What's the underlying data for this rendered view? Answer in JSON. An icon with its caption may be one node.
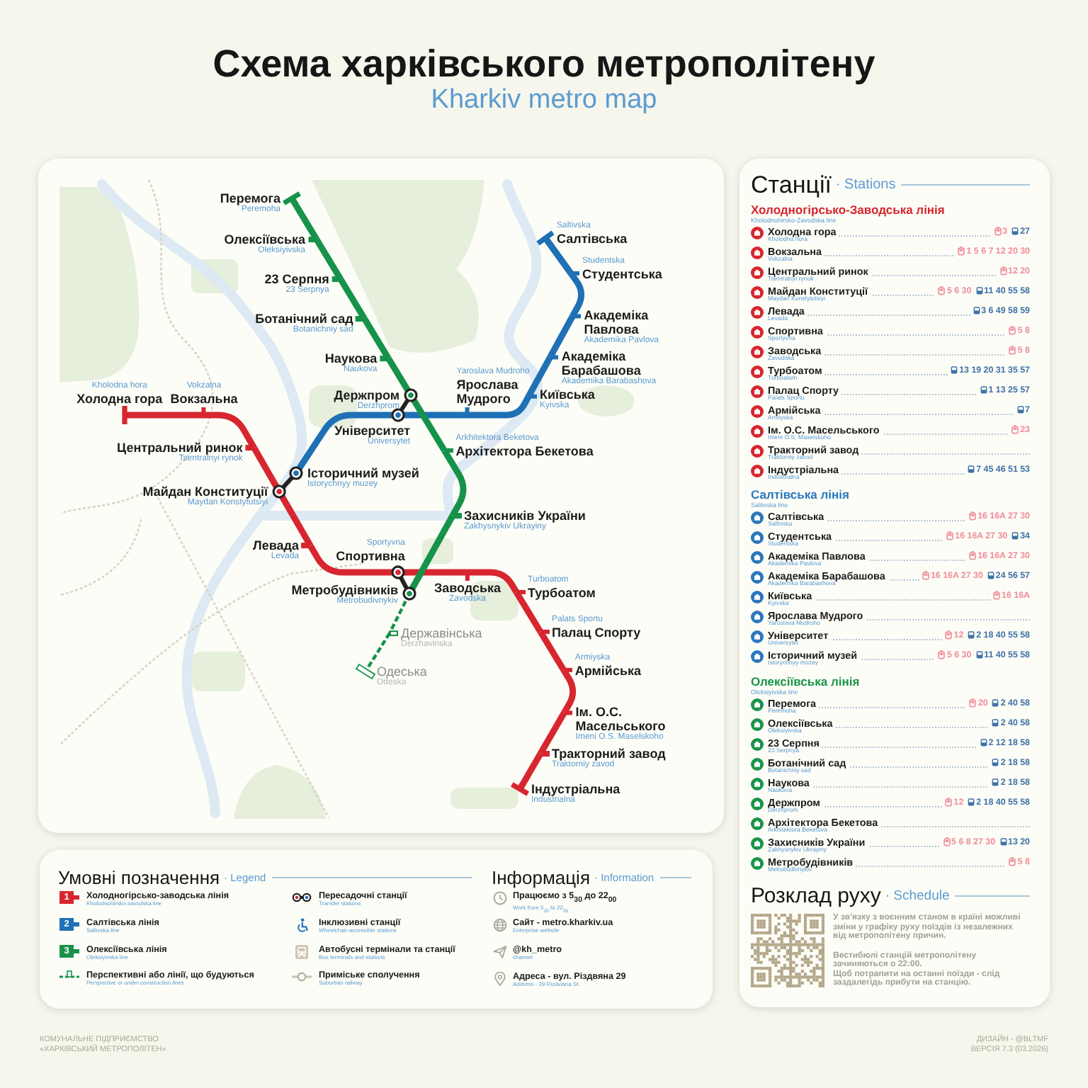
{
  "diagram": {
    "title": "Схема харківського метрополітену",
    "nodes": [
      {
        "text": [
          "Kholodna hora",
          "Холодна гора"
        ]
      },
      {
        "text": [
          "Vokzalna",
          "Вокзальна"
        ]
      },
      {
        "text": [
          "Центральний ринок",
          "Tsentralnyi rynok"
        ]
      },
      {
        "text": [
          "Майдан Конституції",
          "Maydan Konstytutsiyi"
        ]
      },
      {
        "text": [
          "Левада",
          "Levada"
        ]
      },
      {
        "text": [
          "Sportyvna",
          "Спортивна"
        ]
      },
      {
        "text": [
          "Заводська",
          "Zavodska"
        ]
      },
      {
        "text": [
          "Turboatom",
          "Турбоатом"
        ]
      },
      {
        "text": [
          "Palats Sportu",
          "Палац Спорту"
        ]
      },
      {
        "text": [
          "Armiyska",
          "Армійська"
        ]
      },
      {
        "text": [
          "Ім. О.С. Масельського",
          "Imeni O.S. Maselskoho"
        ]
      },
      {
        "text": [
          "Тракторний завод",
          "Traktorniy zavod"
        ]
      },
      {
        "text": [
          "Індустріальна",
          "Industrialna"
        ]
      },
      {
        "text": [
          "Saltivska",
          "Салтівська"
        ]
      },
      {
        "text": [
          "Studentska",
          "Студентська"
        ]
      },
      {
        "text": [
          "Академіка Павлова",
          "Akademika Pavlova"
        ]
      },
      {
        "text": [
          "Академіка Барабашова",
          "Akademika Barabashova"
        ]
      },
      {
        "text": [
          "Київська",
          "Kyivska"
        ]
      },
      {
        "text": [
          "Yaroslava Mudroho",
          "Ярослава Мудрого"
        ]
      },
      {
        "text": [
          "Університет",
          "Universytet"
        ]
      },
      {
        "text": [
          "Історичний музей",
          "Istorychnyy muzey"
        ]
      },
      {
        "text": [
          "Перемога",
          "Peremoha"
        ]
      },
      {
        "text": [
          "Олексіївська",
          "Oleksiyivska"
        ]
      },
      {
        "text": [
          "23 Серпня",
          "23 Serpnya"
        ]
      },
      {
        "text": [
          "Ботанічний сад",
          "Botanichniy sad"
        ]
      },
      {
        "text": [
          "Наукова",
          "Naukova"
        ]
      },
      {
        "text": [
          "Держпром",
          "Derzhprom"
        ]
      },
      {
        "text": [
          "Arkhitektora Beketova",
          "Архітектора Бекетова"
        ]
      },
      {
        "text": [
          "Захисників України",
          "Zakhysnykiv Ukrayiny"
        ]
      },
      {
        "text": [
          "Метробудівників",
          "Metrobudivnykiv"
        ]
      },
      {
        "text": [
          "Державінська",
          "Derzhavinska"
        ]
      },
      {
        "text": [
          "Одеська",
          "Odeska"
        ]
      }
    ],
    "edges": [
      {
        "from": 0,
        "to": 1,
        "arrow": "other",
        "color": "#d7262f"
      },
      {
        "from": 1,
        "to": 2,
        "arrow": "none",
        "color": "#d7262f"
      },
      {
        "from": 2,
        "to": 3,
        "arrow": "none",
        "color": "#d7262f"
      },
      {
        "from": 3,
        "to": 4,
        "arrow": "none",
        "color": "#d7262f"
      },
      {
        "from": 4,
        "to": 5,
        "arrow": "none",
        "color": "#d7262f"
      },
      {
        "from": 5,
        "to": 6,
        "arrow": "none",
        "color": "#d7262f"
      },
      {
        "from": 6,
        "to": 7,
        "arrow": "none",
        "color": "#d7262f"
      },
      {
        "from": 7,
        "to": 8,
        "arrow": "none",
        "color": "#d7262f"
      },
      {
        "from": 8,
        "to": 9,
        "arrow": "none",
        "color": "#d7262f"
      },
      {
        "from": 9,
        "to": 10,
        "arrow": "none",
        "color": "#d7262f"
      },
      {
        "from": 10,
        "to": 11,
        "arrow": "none",
        "color": "#d7262f"
      },
      {
        "from": 11,
        "to": 12,
        "arrow": "other",
        "color": "#d7262f"
      },
      {
        "from": 13,
        "to": 14,
        "arrow": "other",
        "color": "#1f70b5"
      },
      {
        "from": 14,
        "to": 15,
        "arrow": "none",
        "color": "#1f70b5"
      },
      {
        "from": 15,
        "to": 16,
        "arrow": "none",
        "color": "#1f70b5"
      },
      {
        "from": 16,
        "to": 17,
        "arrow": "none",
        "color": "#1f70b5"
      },
      {
        "from": 17,
        "to": 18,
        "arrow": "none",
        "color": "#1f70b5"
      },
      {
        "from": 18,
        "to": 19,
        "arrow": "none",
        "color": "#1f70b5"
      },
      {
        "from": 19,
        "to": 20,
        "arrow": "none",
        "color": "#1f70b5"
      },
      {
        "from": 21,
        "to": 22,
        "arrow": "other",
        "color": "#16924a"
      },
      {
        "from": 22,
        "to": 23,
        "arrow": "none",
        "color": "#16924a"
      },
      {
        "from": 23,
        "to": 24,
        "arrow": "none",
        "color": "#16924a"
      },
      {
        "from": 24,
        "to": 25,
        "arrow": "none",
        "color": "#16924a"
      },
      {
        "from": 25,
        "to": 26,
        "arrow": "none",
        "color": "#16924a"
      },
      {
        "from": 26,
        "to": 27,
        "arrow": "none",
        "color": "#16924a"
      },
      {
        "from": 27,
        "to": 28,
        "arrow": "none",
        "color": "#16924a"
      },
      {
        "from": 28,
        "to": 29,
        "arrow": "none",
        "color": "#16924a"
      },
      {
        "from": 29,
        "to": 30,
        "arrow": "none",
        "color": "#16924a",
        "style": "dashed"
      },
      {
        "from": 30,
        "to": 31,
        "arrow": "other",
        "color": "#16924a",
        "style": "dashed"
      },
      {
        "from": 3,
        "to": 20,
        "arrow": "other",
        "color": "#222222"
      },
      {
        "from": 19,
        "to": 26,
        "arrow": "other",
        "color": "#222222"
      },
      {
        "from": 5,
        "to": 29,
        "arrow": "other",
        "color": "#222222"
      }
    ],
    "labels": [
      "Kharkiv metro map",
      "Станції",
      "· Stations",
      "Холодногірсько-Заводська лінія",
      "Kholodnohirsko-Zavodska line",
      "Холодна гора",
      "Kholodna hora",
      "3",
      "27",
      "Вокзальна",
      "Vokzalna",
      "1 5 6 7 12 20 30",
      "Центральний ринок",
      "Tsentralnyi rynok",
      "12 20",
      "Майдан Конституції",
      "Maydan Konstytutsiyi",
      "5 6 30",
      "11 40 55 58",
      "Левада",
      "Levada",
      "3 6 49 58 59",
      "Спортивна",
      "Sportyvna",
      "5 8",
      "Заводська",
      "Zavodska",
      "5 8",
      "Турбоатом",
      "Turboatom",
      "13 19 20 31 35 57",
      "Палац Спорту",
      "Palats Sportu",
      "1 13 25 57",
      "Армійська",
      "Armiyska",
      "7",
      "Ім. О.С. Масельського",
      "Imeni O.S. Maselskoho",
      "23",
      "Тракторний завод",
      "Traktorniy zavod",
      "Індустріальна",
      "Industrialna",
      "7 45 46 51 53",
      "Салтівська лінія",
      "Saltivska line",
      "Салтівська",
      "Saltivska",
      "16 16A 27 30",
      "Студентська",
      "Studentska",
      "16 16A 27 30",
      "34",
      "Академіка Павлова",
      "Akademika Pavlova",
      "16 16A 27 30",
      "Академіка Барабашова",
      "Akademika Barabashova",
      "16 16A 27 30",
      "24 56 57",
      "Київська",
      "Kyivska",
      "16 16A",
      "Ярослава Мудрого",
      "Yaroslava Mudroho",
      "Університет",
      "Universytet",
      "12",
      "2 18 40 55 58",
      "Історичний музей",
      "Istorychnyy muzey",
      "5 6 30",
      "11 40 55 58",
      "Олексіївська лінія",
      "Oleksiyivska line",
      "Перемога",
      "Peremoha",
      "20",
      "2 40 58",
      "Олексіївська",
      "Oleksiyivska",
      "2 40 58",
      "23 Серпня",
      "23 Serpnya",
      "2 12 18 58",
      "Ботанічний сад",
      "Botanichniy sad",
      "2 18 58",
      "Наукова",
      "Naukova",
      "2 18 58",
      "Держпром",
      "Derzhprom",
      "12",
      "2 18 40 55 58",
      "Архітектора Бекетова",
      "Arkhitektora Beketova",
      "Захисників України",
      "Zakhysnykiv Ukrayiny",
      "5 6 8 27 30",
      "13 20",
      "Метробудівників",
      "Metrobudivnykiv",
      "5 8",
      "Розклад руху",
      "· Schedule",
      "У зв'язку з воєнним станом в країні можливі зміни у графіку руху поїздів із незалежних від метрополітену причин.",
      "Вестибюлі станцій метрополітену зачиняються о 22:00.",
      "Щоб потрапити на останні поїзди - слід заздалегідь прибути на станцію.",
      "Умовні позначення",
      "· Legend",
      "1",
      "Kholodnohirsko-zavodska line",
      "2",
      "Saltivska line",
      "3",
      "Oleksiyivska line",
      "Perspective or under construction lines",
      "Transfer stations",
      "Wheelchair-accessible stations",
      "Bus terminals and stations",
      "Suburban railway",
      "Інформація",
      "· Information",
      "Працюємо з 5$_{30}$ до 22$_{00}$",
      "Work from 5$_{30}$ to 22$_{00}$",
      "Сайт - metro.kharkiv.ua",
      "Enterprise website",
      "@kh_metro",
      "channel",
      "Адреса - вул. Різдвяна 29",
      "Address - 29 Rizdviana St.",
      "КОМУНАЛЬНЕ ПІДПРИЄМСТВО «ХАРКІВСЬКИЙ МЕТРОПОЛІТЕН»",
      "ДИЗАЙН - @BLTMF",
      "ВЕРСІЯ 7.3 (03.2026)"
    ],
    "legend": [
      {
        "text": "Холодногірсько-заводська лінія",
        "color": "#d7262f"
      },
      {
        "text": "Салтівська лінія",
        "color": "#1f70b5"
      },
      {
        "text": "Олексіївська лінія",
        "color": "#16924a"
      },
      {
        "text": "Перспективні або лінії, що будуються"
      },
      {
        "text": "Пересадочні станції"
      },
      {
        "text": "Інклюзивні станції"
      },
      {
        "text": "Автобусні термінали та станції"
      },
      {
        "text": "Приміське сполучення"
      }
    ]
  }
}
